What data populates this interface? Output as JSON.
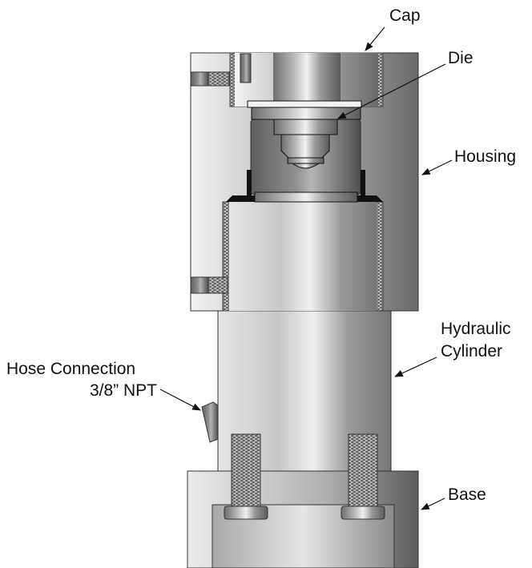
{
  "labels": {
    "cap": "Cap",
    "die": "Die",
    "housing": "Housing",
    "hydraulic_line1": "Hydraulic",
    "hydraulic_line2": "Cylinder",
    "hose_line1": "Hose Connection",
    "hose_line2": "3/8” NPT",
    "base": "Base"
  }
}
